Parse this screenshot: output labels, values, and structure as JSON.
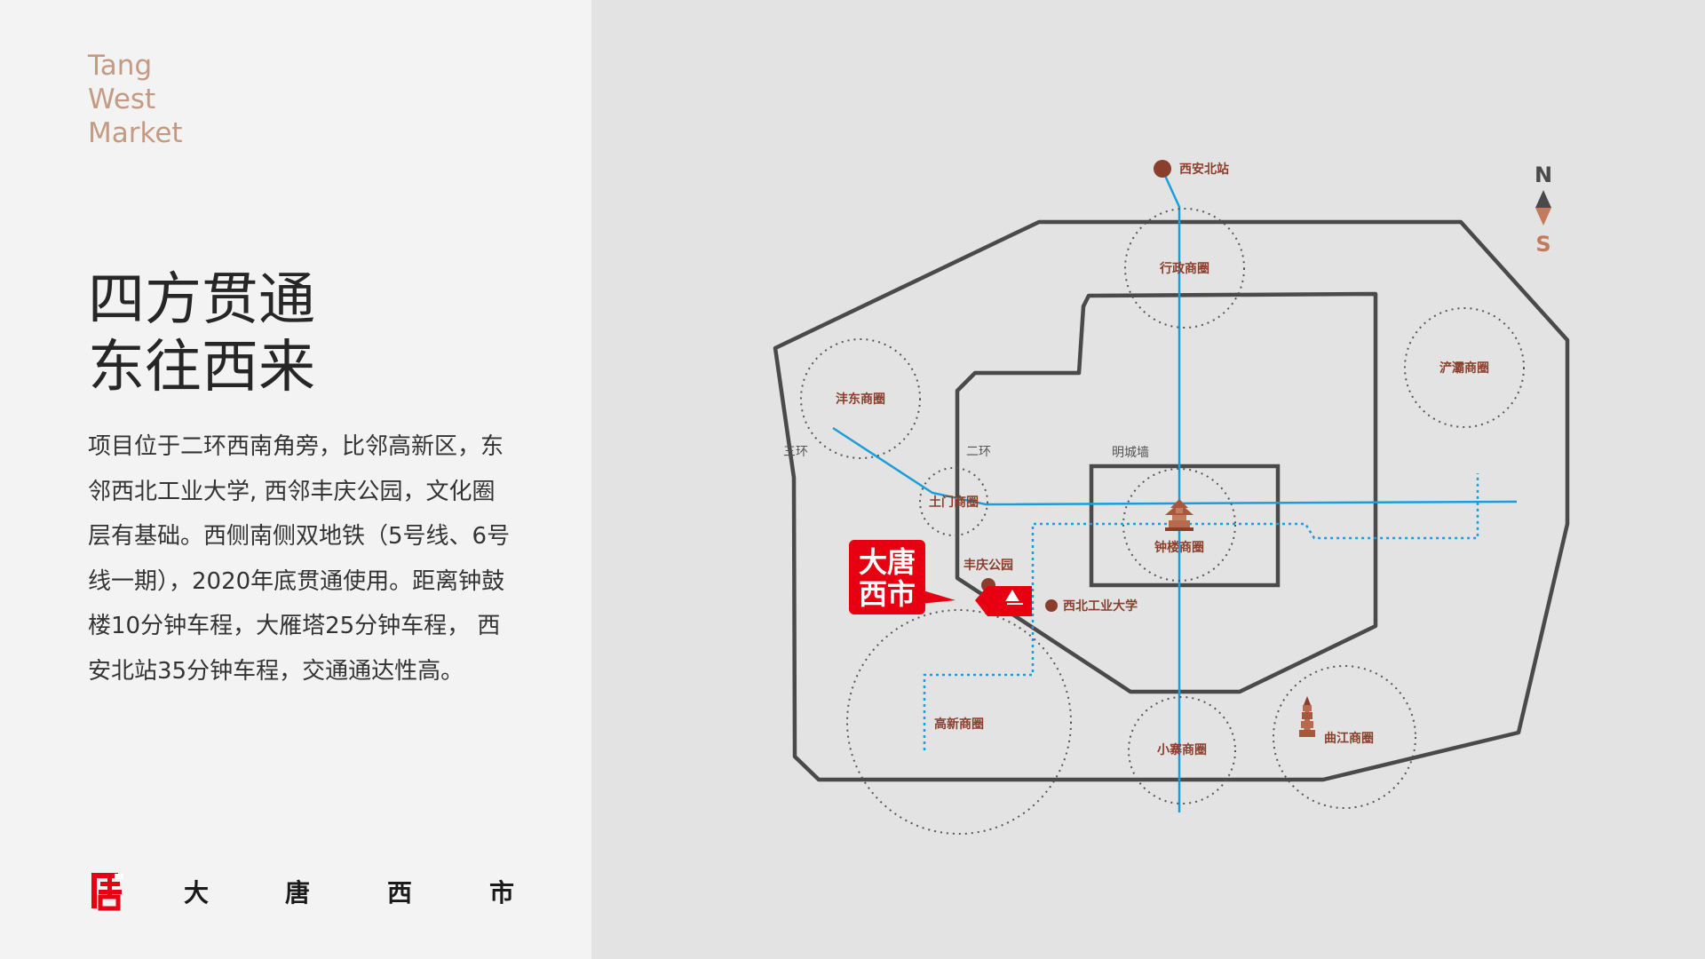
{
  "brand_en": [
    "Tang",
    "West",
    "Market"
  ],
  "heading": [
    "四方贯通",
    "东往西来"
  ],
  "description": "项目位于二环西南角旁，比邻高新区，东邻西北工业大学, 西邻丰庆公园，文化圈层有基础。西侧南侧双地铁（5号线、6号线一期），2020年底贯通使用。距离钟鼓楼10分钟车程，大雁塔25分钟车程， 西安北站35分钟车程，交通通达性高。",
  "footer_chars": [
    "大",
    "唐",
    "西",
    "市"
  ],
  "map": {
    "compass": {
      "north": "N",
      "south": "S"
    },
    "ring_labels": {
      "third_ring": "三环",
      "second_ring": "二环",
      "city_wall": "明城墙"
    },
    "circles": {
      "xingzheng": "行政商圈",
      "fengdong": "沣东商圈",
      "tumen": "土门商圈",
      "zhonglou": "钟楼商圈",
      "chanba": "浐灞商圈",
      "gaoxin": "高新商圈",
      "xiaozhai": "小寨商圈",
      "qujiang": "曲江商圈"
    },
    "pois": {
      "north_station": "西安北站",
      "fengqing_park": "丰庆公园",
      "nwpu": "西北工业大学"
    },
    "marker": {
      "line1": "大唐",
      "line2": "西市"
    }
  },
  "colors": {
    "accent_red": "#e60012",
    "brand_tan": "#c49a83",
    "poi_brown": "#8a3f2c",
    "metro_blue": "#1b9ddb",
    "road_gray": "#4a4a4a"
  }
}
